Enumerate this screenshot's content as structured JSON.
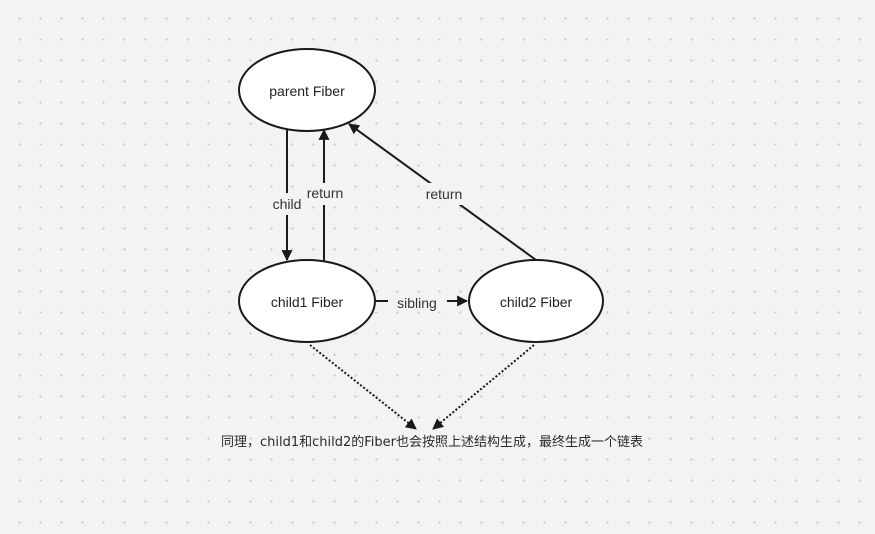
{
  "nodes": {
    "parent": {
      "label": "parent Fiber"
    },
    "child1": {
      "label": "child1 Fiber"
    },
    "child2": {
      "label": "child2 Fiber"
    }
  },
  "edges": {
    "child": {
      "label": "child"
    },
    "return_child1": {
      "label": "return"
    },
    "return_child2": {
      "label": "return"
    },
    "sibling": {
      "label": "sibling"
    }
  },
  "caption": "同理，child1和child2的Fiber也会按照上述结构生成，最终生成一个链表",
  "colors": {
    "background": "#f3f3f5",
    "grid_dot": "#c9c9cf",
    "stroke": "#1a1a1a",
    "node_fill": "#ffffff"
  }
}
